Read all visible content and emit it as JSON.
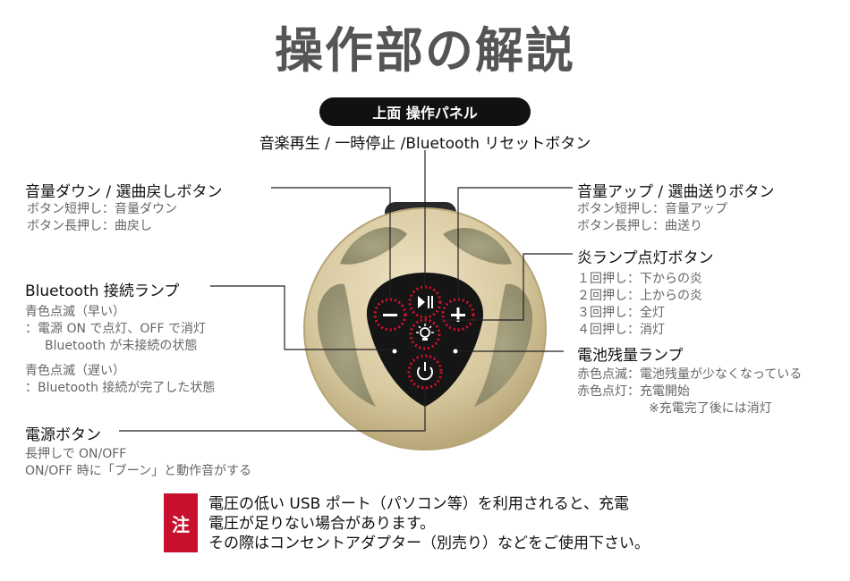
{
  "title": "操作部の解説",
  "panel_label": "上面 操作パネル",
  "top_button": {
    "label": "音楽再生 / 一時停止 /Bluetooth リセットボタン"
  },
  "vol_down": {
    "label": "音量ダウン / 選曲戻しボタン",
    "lines": [
      "ボタン短押し：音量ダウン",
      "ボタン長押し：曲戻し"
    ]
  },
  "vol_up": {
    "label": "音量アップ / 選曲送りボタン",
    "lines": [
      "ボタン短押し：音量アップ",
      "ボタン長押し：曲送り"
    ]
  },
  "flame": {
    "label": "炎ランプ点灯ボタン",
    "lines": [
      "１回押し：下からの炎",
      "２回押し：上からの炎",
      "３回押し：全灯",
      "４回押し：消灯"
    ]
  },
  "bluetooth": {
    "label": "Bluetooth 接続ランプ",
    "lines": [
      "青色点滅（早い）",
      "：電源 ON で点灯、OFF で消灯",
      "Bluetooth が未接続の状態"
    ],
    "lines2": [
      "青色点滅（遅い）",
      "：Bluetooth 接続が完了した状態"
    ]
  },
  "battery": {
    "label": "電池残量ランプ",
    "lines": [
      "赤色点滅：電池残量が少なくなっている",
      "赤色点灯：充電開始",
      "※充電完了後には消灯"
    ]
  },
  "power": {
    "label": "電源ボタン",
    "lines": [
      "長押しで ON/OFF",
      "ON/OFF 時に「ブーン」と動作音がする"
    ]
  },
  "note": {
    "badge": "注",
    "lines": [
      "電圧の低い USB ポート（パソコン等）を利用されると、充電",
      "電圧が足りない場合があります。",
      "その際はコンセントアダプター（別売り）などをご使用下さい。"
    ]
  },
  "colors": {
    "accent": "#c8102e",
    "device_body": "#d8c9a0",
    "panel": "#111111"
  }
}
